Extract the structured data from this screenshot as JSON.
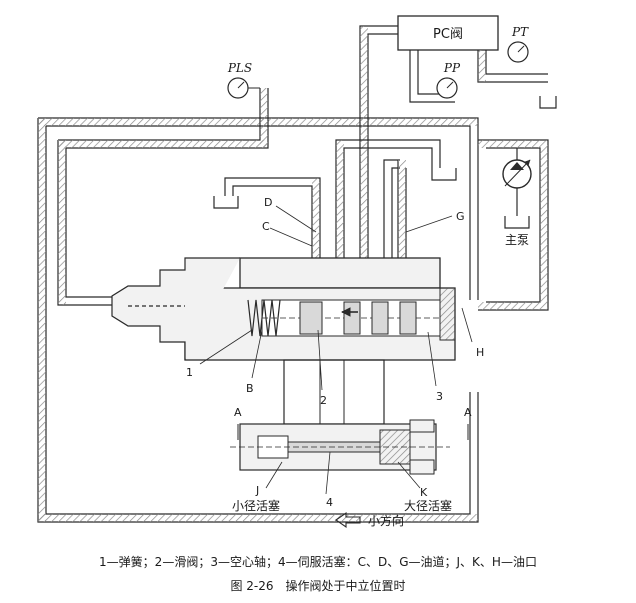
{
  "labels": {
    "pc_valve": "PC阀",
    "pls": "PLS",
    "pp": "PP",
    "pt": "PT",
    "main_pump": "主泵",
    "D": "D",
    "C": "C",
    "G": "G",
    "H": "H",
    "B": "B",
    "one": "1",
    "two": "2",
    "three": "3",
    "four": "4",
    "A_left": "A",
    "A_right": "A",
    "J": "J",
    "K": "K",
    "small_piston": "小径活塞",
    "large_piston": "大径活塞",
    "small_direction": "小方向"
  },
  "legend": "1—弹簧；2—滑阀；3—空心轴；4—伺服活塞：C、D、G—油道；J、K、H—油口",
  "caption": "图 2-26　操作阀处于中立位置时",
  "colors": {
    "line": "#2a2a2a",
    "channel_hatch": "#8a8a8a",
    "background": "#ffffff",
    "body_fill": "#f2f2f2"
  }
}
